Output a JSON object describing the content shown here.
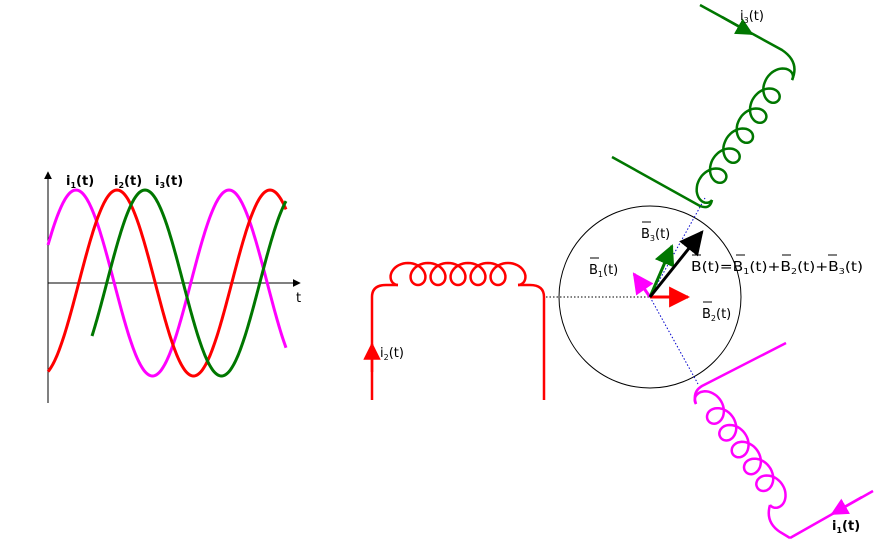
{
  "graph": {
    "axis_label_t": "t",
    "curve_labels": [
      {
        "base": "i",
        "sub": "1",
        "arg": "(t)"
      },
      {
        "base": "i",
        "sub": "2",
        "arg": "(t)"
      },
      {
        "base": "i",
        "sub": "3",
        "arg": "(t)"
      }
    ]
  },
  "coils": {
    "i1": {
      "base": "i",
      "sub": "1",
      "arg": "(t)"
    },
    "i2": {
      "base": "i",
      "sub": "2",
      "arg": "(t)"
    },
    "i3": {
      "base": "i",
      "sub": "3",
      "arg": "(t)"
    }
  },
  "vectors": {
    "B1": {
      "base": "B",
      "sub": "1",
      "arg": "(t)"
    },
    "B2": {
      "base": "B",
      "sub": "2",
      "arg": "(t)"
    },
    "B3": {
      "base": "B",
      "sub": "3",
      "arg": "(t)"
    },
    "total_lhs": {
      "base": "B",
      "arg": "(t)="
    },
    "total_t1": {
      "base": "B",
      "sub": "1",
      "arg": "(t)+"
    },
    "total_t2": {
      "base": "B",
      "sub": "2",
      "arg": "(t)+"
    },
    "total_t3": {
      "base": "B",
      "sub": "3",
      "arg": "(t)"
    }
  },
  "colors": {
    "phase1": "#ff00ff",
    "phase2": "#ff0000",
    "phase3": "#007700",
    "total": "#000000"
  }
}
